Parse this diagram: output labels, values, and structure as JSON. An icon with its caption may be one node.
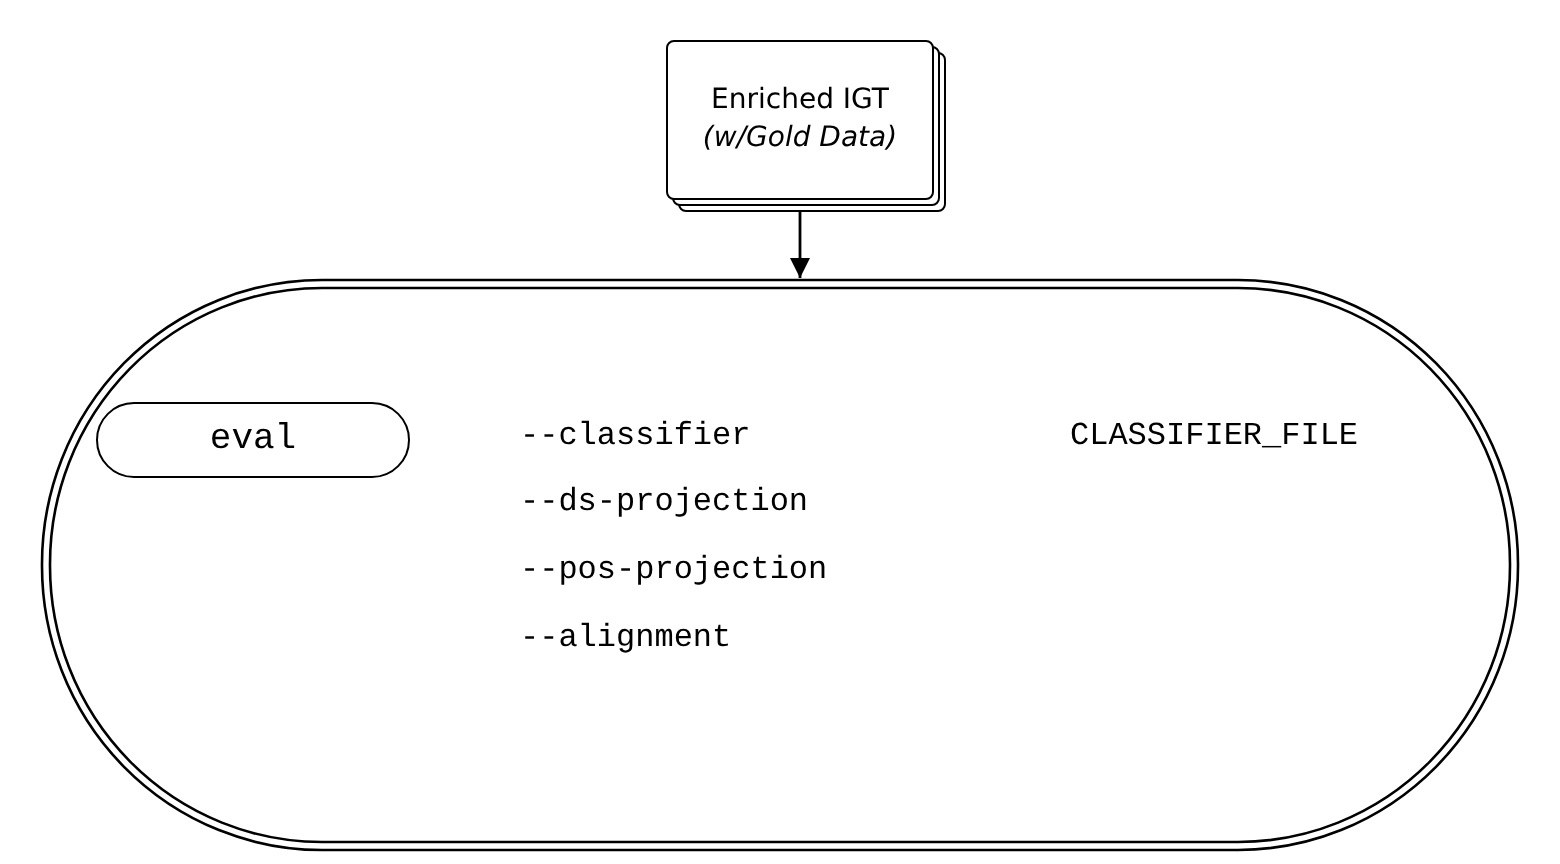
{
  "diagram": {
    "nodes": [
      {
        "text": [
          "Enriched IGT",
          "(w/Gold Data)"
        ]
      },
      {
        "text": [
          "--classifier",
          "CLASSIFIER_FILE",
          "--ds-projection",
          "--pos-projection",
          "--alignment"
        ]
      },
      {
        "text": [
          "eval"
        ],
        "in": 1
      }
    ],
    "edges": [
      {
        "from": 0,
        "to": 1,
        "arrow": "to"
      }
    ]
  }
}
